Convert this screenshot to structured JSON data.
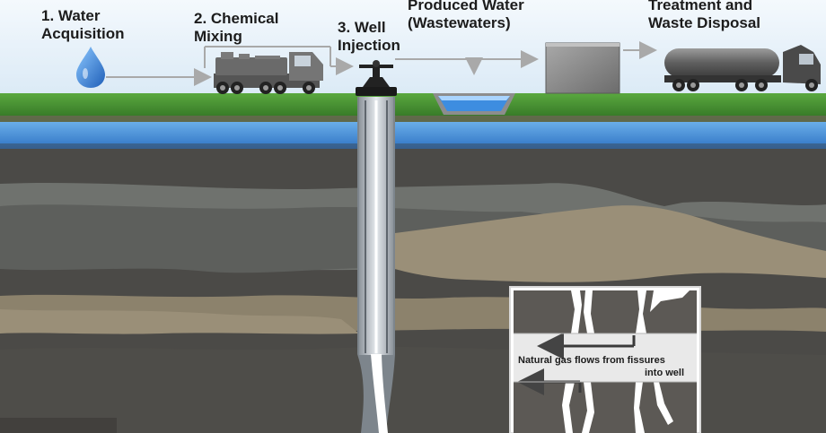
{
  "steps": [
    {
      "line1": "1. Water",
      "line2": "Acquisition"
    },
    {
      "line1": "2. Chemical",
      "line2": "Mixing"
    },
    {
      "line1": "3. Well",
      "line2": "Injection"
    },
    {
      "line1": "Produced Water",
      "line2": "(Wastewaters)"
    },
    {
      "line1": "Treatment and",
      "line2": "Waste Disposal"
    }
  ],
  "inset": {
    "caption_line1": "Natural gas flows from fissures",
    "caption_line2": "into well"
  },
  "colors": {
    "sky": "#e9f3fb",
    "grass": "#3f8b2e",
    "aquifer": "#4a8fd8",
    "rock_dark": "#4b4a47",
    "rock_tan": "#9a8f78",
    "rock_gray": "#6f726e",
    "well_casing": "#c9ced3"
  },
  "icons": [
    "water-drop-icon",
    "mixing-truck-icon",
    "wellhead-icon",
    "storage-pit-icon",
    "storage-tank-icon",
    "tanker-truck-icon"
  ]
}
